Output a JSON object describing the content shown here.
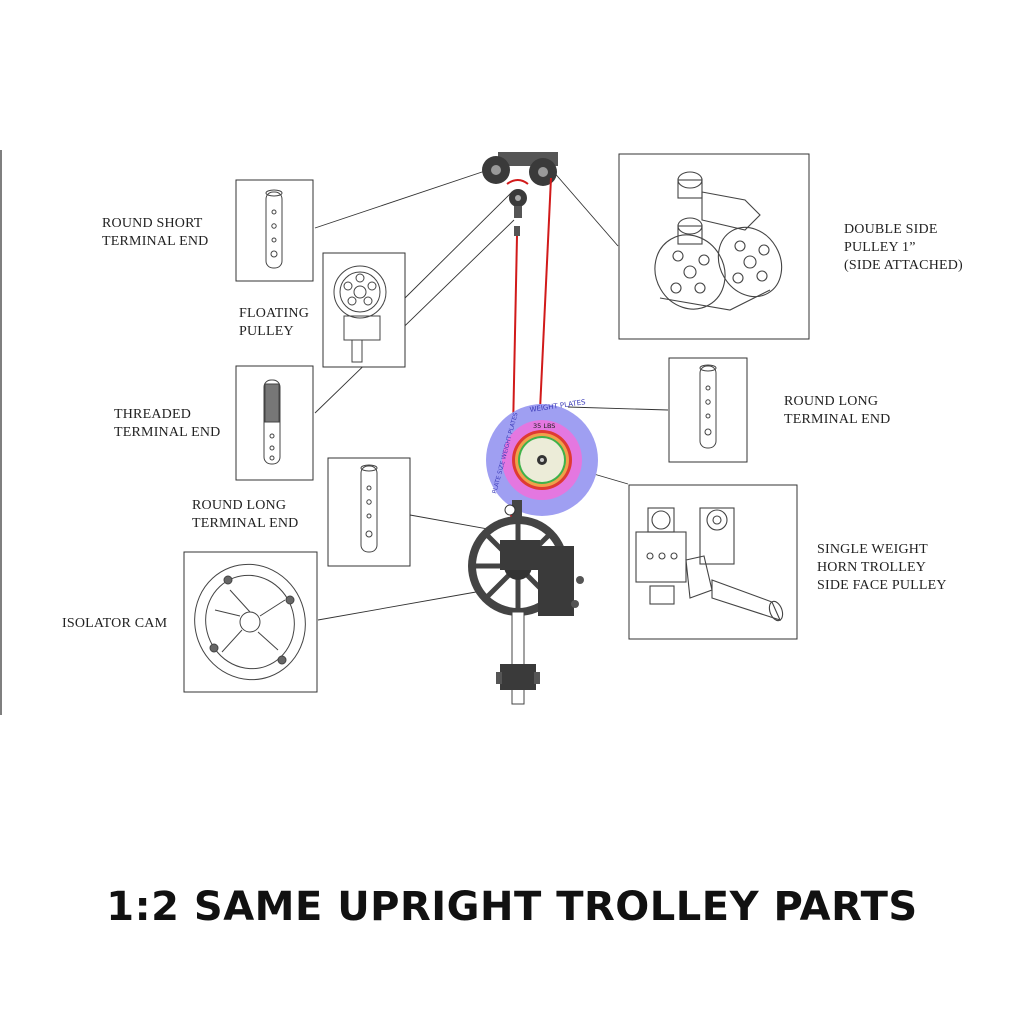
{
  "labels": {
    "round_short": "ROUND SHORT\nTERMINAL END",
    "floating_pulley": "FLOATING\nPULLEY",
    "threaded": "THREADED\nTERMINAL END",
    "round_long_left": "ROUND LONG\nTERMINAL END",
    "isolator_cam": "ISOLATOR CAM",
    "double_side": "DOUBLE SIDE\nPULLEY 1”\n(SIDE ATTACHED)",
    "round_long_right": "ROUND LONG\nTERMINAL END",
    "single_weight": "SINGLE WEIGHT\nHORN TROLLEY\nSIDE FACE PULLEY"
  },
  "plate": {
    "ring_text": "WEIGHT PLATES",
    "side_text": "PLATE SIZE WEIGHT PLATES",
    "weight_text": "35 LBS"
  },
  "caption": "1:2 SAME UPRIGHT TROLLEY PARTS",
  "colors": {
    "cable": "#d11a1a",
    "plate_outer": "#9f9ff2",
    "plate_pink": "#e477e0",
    "plate_red": "#e03a32",
    "plate_orange": "#f0a04a",
    "plate_green": "#3fb24a",
    "plate_inner": "#ececd8",
    "parts": "#444444"
  }
}
